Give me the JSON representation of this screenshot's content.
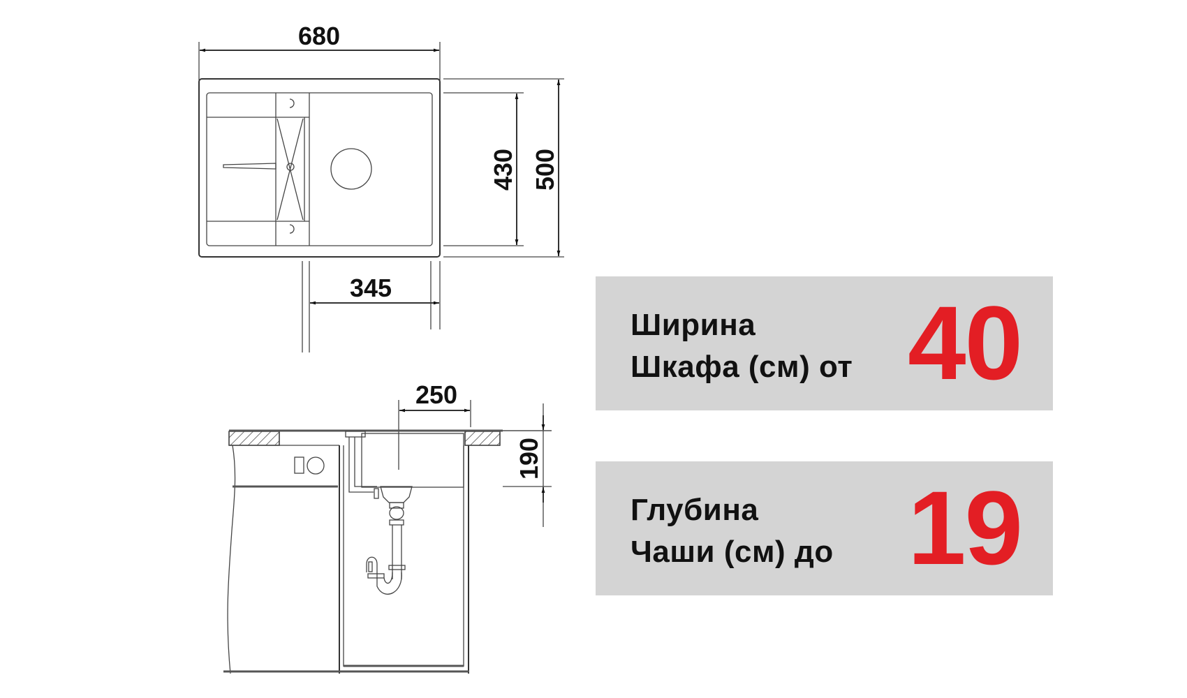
{
  "top_view": {
    "width_label": "680",
    "depth_bowl_label": "430",
    "depth_total_label": "500",
    "drain_offset_label": "345"
  },
  "side_view": {
    "drain_offset_label": "250",
    "bowl_depth_label": "190"
  },
  "info_cards": [
    {
      "label": "Ширина\nШкафа (см) от",
      "value": "40",
      "value_color": "#e31e24"
    },
    {
      "label": "Глубина\nЧаши (см) до",
      "value": "19",
      "value_color": "#e31e24"
    }
  ],
  "colors": {
    "card_background": "#d4d4d4",
    "accent_red": "#e31e24",
    "line": "#333333"
  }
}
